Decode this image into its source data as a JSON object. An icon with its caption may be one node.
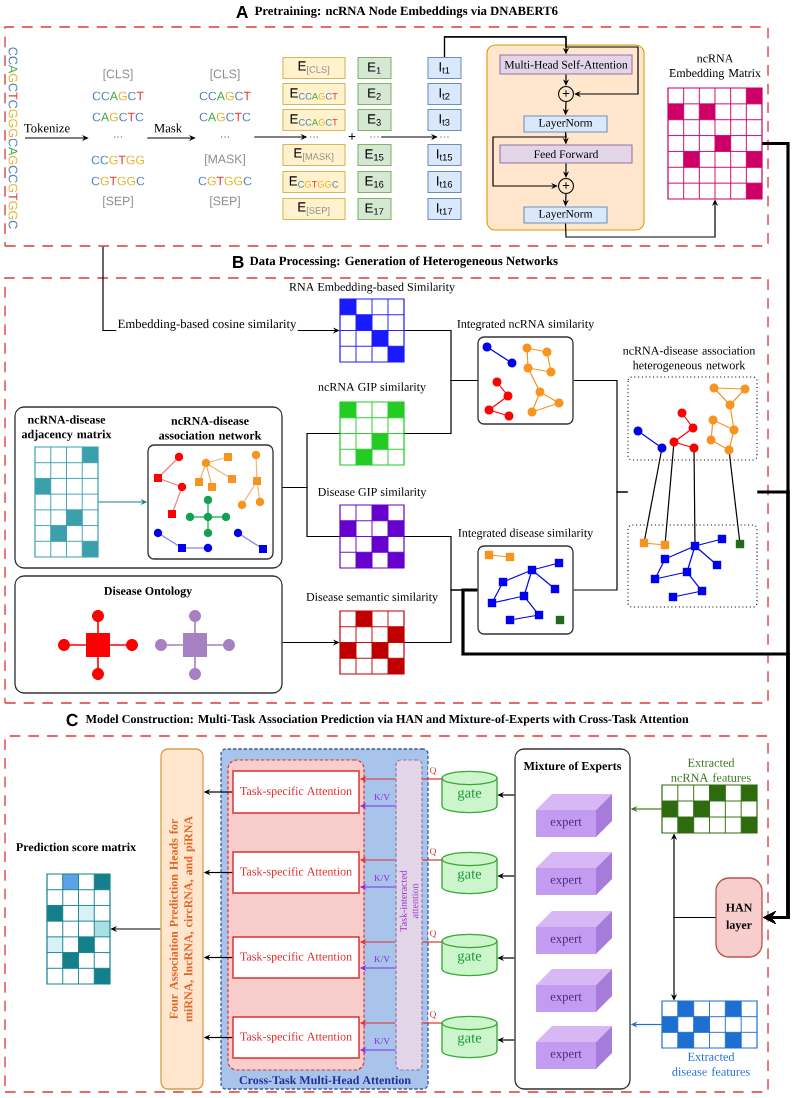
{
  "diagram": {
    "nodes": [
      {
        "text": [
          "A",
          "Pretraining: ncRNA Node Embeddings via DNABERT6"
        ]
      },
      {
        "text": [
          "CCAGCTCGGGCAGCCGTGGC"
        ],
        "in": 0
      },
      {
        "text": [
          "[CLS]",
          "CCAGCT",
          "CAGCTC",
          "...",
          "CCGTGG",
          "CGTGGC",
          "[SEP]"
        ],
        "in": 0
      },
      {
        "text": [
          "[CLS]",
          "CCAGCT",
          "CAGCTC",
          "...",
          "[MASK]",
          "CGTGGC",
          "[SEP]"
        ],
        "in": 0
      },
      {
        "text": [
          "E$_{[CLS]}$"
        ],
        "in": 0
      },
      {
        "text": [
          "E$_{CCAGCT}$"
        ],
        "in": 0
      },
      {
        "text": [
          "E$_{CCAGCT}$"
        ],
        "in": 0
      },
      {
        "text": [
          "..."
        ],
        "in": 0
      },
      {
        "text": [
          "E$_{[MASK]}$"
        ],
        "in": 0
      },
      {
        "text": [
          "E$_{CGTGGC}$"
        ],
        "in": 0
      },
      {
        "text": [
          "E$_{[SEP]}$"
        ],
        "in": 0
      },
      {
        "text": [
          "E$_{1}$"
        ],
        "in": 0
      },
      {
        "text": [
          "E$_{2}$"
        ],
        "in": 0
      },
      {
        "text": [
          "E$_{3}$"
        ],
        "in": 0
      },
      {
        "text": [
          "..."
        ],
        "in": 0
      },
      {
        "text": [
          "E$_{15}$"
        ],
        "in": 0
      },
      {
        "text": [
          "E$_{16}$"
        ],
        "in": 0
      },
      {
        "text": [
          "E$_{17}$"
        ],
        "in": 0
      },
      {
        "text": [
          "I$_{t1}$"
        ],
        "in": 0
      },
      {
        "text": [
          "I$_{t2}$"
        ],
        "in": 0
      },
      {
        "text": [
          "I$_{t3}$"
        ],
        "in": 0
      },
      {
        "text": [
          "..."
        ],
        "in": 0
      },
      {
        "text": [
          "I$_{t15}$"
        ],
        "in": 0
      },
      {
        "text": [
          "I$_{t16}$"
        ],
        "in": 0
      },
      {
        "text": [
          "I$_{t17}$"
        ],
        "in": 0
      },
      {
        "text": [],
        "shape": "box",
        "in": 0
      },
      {
        "text": [
          "Multi-Head Self-Attention"
        ],
        "in": 25
      },
      {
        "text": [
          "+"
        ],
        "in": 25
      },
      {
        "text": [
          "LayerNorm"
        ],
        "in": 25
      },
      {
        "text": [
          "Feed Forward"
        ],
        "in": 25
      },
      {
        "text": [
          "+"
        ],
        "in": 25
      },
      {
        "text": [
          "LayerNorm"
        ],
        "in": 25
      },
      {
        "text": [
          "ncRNA Embedding Matrix"
        ],
        "in": 0
      },
      {
        "text": [
          "B",
          "Data Processing: Generation of Heterogeneous Networks"
        ]
      },
      {
        "text": [
          "RNA Embedding-based Similarity"
        ],
        "in": 33
      },
      {
        "text": [
          "ncRNA GIP similarity"
        ],
        "in": 33
      },
      {
        "text": [
          "Disease GIP similarity"
        ],
        "in": 33
      },
      {
        "text": [
          "Disease semantic similarity"
        ],
        "in": 33
      },
      {
        "text": [
          "Integrated ncRNA similarity"
        ],
        "in": 33
      },
      {
        "text": [
          "Integrated disease similarity"
        ],
        "in": 33
      },
      {
        "text": [
          "ncRNA-disease association heterogeneous network"
        ],
        "in": 33
      },
      {
        "text": [],
        "shape": "box",
        "in": 33
      },
      {
        "text": [
          "ncRNA-disease adjacency matrix"
        ],
        "in": 41
      },
      {
        "text": [
          "ncRNA-disease association network"
        ],
        "in": 41
      },
      {
        "text": [
          "Disease Ontology"
        ],
        "in": 33
      },
      {
        "text": [
          "C",
          "Model Construction: Multi-Task Association Prediction via HAN and Mixture-of-Experts with Cross-Task Attention"
        ]
      },
      {
        "text": [
          "Prediction score matrix"
        ],
        "in": 45
      },
      {
        "text": [
          "Four Association Prediction Heads for miRNA, lncRNA, circRNA, and piRNA"
        ],
        "in": 45
      },
      {
        "text": [
          "Cross-Task Multi-Head Attention"
        ],
        "in": 45
      },
      {
        "text": [],
        "shape": "box",
        "in": 48
      },
      {
        "text": [
          "Task-specific Attention"
        ],
        "in": 49
      },
      {
        "text": [
          "Task-specific Attention"
        ],
        "in": 49
      },
      {
        "text": [
          "Task-specific Attention"
        ],
        "in": 49
      },
      {
        "text": [
          "Task-specific Attention"
        ],
        "in": 49
      },
      {
        "text": [
          "Task-interacted attention"
        ],
        "in": 48
      },
      {
        "text": [
          "gate"
        ],
        "in": 45
      },
      {
        "text": [
          "gate"
        ],
        "in": 45
      },
      {
        "text": [
          "gate"
        ],
        "in": 45
      },
      {
        "text": [
          "gate"
        ],
        "in": 45
      },
      {
        "text": [
          "Mixture of Experts"
        ],
        "in": 45
      },
      {
        "text": [
          "expert"
        ],
        "in": 59
      },
      {
        "text": [
          "expert"
        ],
        "in": 59
      },
      {
        "text": [
          "expert"
        ],
        "in": 59
      },
      {
        "text": [
          "expert"
        ],
        "in": 59
      },
      {
        "text": [
          "expert"
        ],
        "in": 59
      },
      {
        "text": [
          "Extracted ncRNA features"
        ],
        "in": 45
      },
      {
        "text": [
          "HAN layer"
        ],
        "in": 45
      },
      {
        "text": [
          "Extracted disease features"
        ],
        "in": 45
      }
    ],
    "edges": [
      {
        "from": 1,
        "to": 2,
        "arrow": "to",
        "label": "Tokenize"
      },
      {
        "from": 2,
        "to": 3,
        "arrow": "to",
        "label": "Mask"
      },
      {
        "from": 3,
        "to": 7,
        "arrow": "to"
      },
      {
        "from": 14,
        "to": 21,
        "arrow": "to"
      },
      {
        "from": 18,
        "to": 26,
        "arrow": "to"
      },
      {
        "from": 18,
        "to": 27,
        "arrow": "to"
      },
      {
        "from": 26,
        "to": 27,
        "arrow": "to"
      },
      {
        "from": 27,
        "to": 28,
        "arrow": "to"
      },
      {
        "from": 28,
        "to": 29,
        "arrow": "to"
      },
      {
        "from": 28,
        "to": 30,
        "arrow": "to"
      },
      {
        "from": 29,
        "to": 30,
        "arrow": "to"
      },
      {
        "from": 30,
        "to": 31,
        "arrow": "to"
      },
      {
        "from": 31,
        "to": 32,
        "arrow": "to"
      },
      {
        "from": 0,
        "to": 34,
        "arrow": "to",
        "label": "Embedding-based cosine similarity"
      },
      {
        "from": 34,
        "to": 38,
        "arrow": "none"
      },
      {
        "from": 35,
        "to": 38,
        "arrow": "none"
      },
      {
        "from": 36,
        "to": 39,
        "arrow": "none"
      },
      {
        "from": 37,
        "to": 39,
        "arrow": "none"
      },
      {
        "from": 38,
        "to": 40,
        "arrow": "none"
      },
      {
        "from": 39,
        "to": 40,
        "arrow": "none"
      },
      {
        "from": 41,
        "to": 35,
        "arrow": "none"
      },
      {
        "from": 41,
        "to": 36,
        "arrow": "none"
      },
      {
        "from": 42,
        "to": 43,
        "arrow": "to",
        "color": "#1a7f8e"
      },
      {
        "from": 44,
        "to": 37,
        "arrow": "to"
      },
      {
        "from": 32,
        "to": 66,
        "arrow": "to",
        "style": "thick"
      },
      {
        "from": 40,
        "to": 66,
        "arrow": "to",
        "style": "thick"
      },
      {
        "from": 39,
        "to": 66,
        "arrow": "to",
        "style": "thick"
      },
      {
        "from": 50,
        "to": 47,
        "arrow": "to"
      },
      {
        "from": 51,
        "to": 47,
        "arrow": "to"
      },
      {
        "from": 52,
        "to": 47,
        "arrow": "to"
      },
      {
        "from": 53,
        "to": 47,
        "arrow": "to"
      },
      {
        "from": 47,
        "to": 46,
        "arrow": "to"
      },
      {
        "from": 55,
        "to": 54,
        "arrow": "none",
        "label": "Q",
        "color": "#e03030"
      },
      {
        "from": 56,
        "to": 54,
        "arrow": "none",
        "label": "Q",
        "color": "#e03030"
      },
      {
        "from": 57,
        "to": 54,
        "arrow": "none",
        "label": "Q",
        "color": "#e03030"
      },
      {
        "from": 58,
        "to": 54,
        "arrow": "none",
        "label": "Q",
        "color": "#e03030"
      },
      {
        "from": 54,
        "to": 50,
        "arrow": "to",
        "label": "K/V",
        "color": "#8a2be2"
      },
      {
        "from": 54,
        "to": 51,
        "arrow": "to",
        "label": "K/V",
        "color": "#8a2be2"
      },
      {
        "from": 54,
        "to": 52,
        "arrow": "to",
        "label": "K/V",
        "color": "#8a2be2"
      },
      {
        "from": 54,
        "to": 53,
        "arrow": "to",
        "label": "K/V",
        "color": "#8a2be2"
      },
      {
        "from": 59,
        "to": 55,
        "arrow": "to"
      },
      {
        "from": 59,
        "to": 56,
        "arrow": "to"
      },
      {
        "from": 59,
        "to": 57,
        "arrow": "to"
      },
      {
        "from": 59,
        "to": 58,
        "arrow": "to"
      },
      {
        "from": 65,
        "to": 59,
        "arrow": "to",
        "color": "#3a7a1a"
      },
      {
        "from": 67,
        "to": 59,
        "arrow": "to",
        "color": "#1f6fd1"
      },
      {
        "from": 66,
        "to": 65,
        "arrow": "to"
      },
      {
        "from": 66,
        "to": 67,
        "arrow": "to"
      },
      {
        "from": 54,
        "to": 50,
        "arrow": "to",
        "color": "#e03030"
      },
      {
        "from": 54,
        "to": 51,
        "arrow": "to",
        "color": "#e03030"
      },
      {
        "from": 54,
        "to": 52,
        "arrow": "to",
        "color": "#e03030"
      },
      {
        "from": 54,
        "to": 53,
        "arrow": "to",
        "color": "#e03030"
      }
    ],
    "labels": [
      "+"
    ]
  }
}
